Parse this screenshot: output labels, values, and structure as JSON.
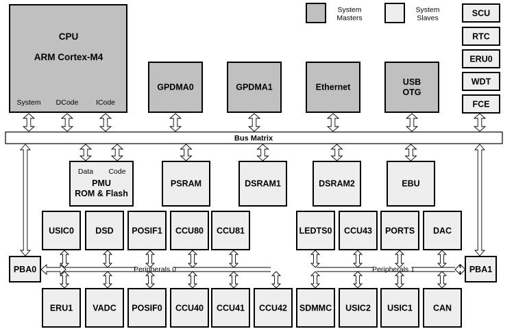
{
  "legend": {
    "masters_label": [
      "System",
      "Masters"
    ],
    "slaves_label": [
      "System",
      "Slaves"
    ]
  },
  "cpu": {
    "title": "CPU",
    "subtitle": "ARM Cortex-M4",
    "ports": [
      "System",
      "DCode",
      "ICode"
    ]
  },
  "masters": [
    "GPDMA0",
    "GPDMA1",
    "Ethernet",
    "USB\nOTG"
  ],
  "side_modules": [
    "SCU",
    "RTC",
    "ERU0",
    "WDT",
    "FCE"
  ],
  "bus_matrix": "Bus Matrix",
  "pmu": {
    "ports": [
      "Data",
      "Code"
    ],
    "title": [
      "PMU",
      "ROM & Flash"
    ]
  },
  "slaves": [
    "PSRAM",
    "DSRAM1",
    "DSRAM2",
    "EBU"
  ],
  "bridges": [
    "PBA0",
    "PBA1"
  ],
  "peripherals0": {
    "label": "Peripherals 0",
    "top": [
      "USIC0",
      "DSD",
      "POSIF1",
      "CCU80",
      "CCU81"
    ],
    "bottom": [
      "ERU1",
      "VADC",
      "POSIF0",
      "CCU40",
      "CCU41",
      "CCU42"
    ]
  },
  "peripherals1": {
    "label": "Peripherals 1",
    "top": [
      "LEDTS0",
      "CCU43",
      "PORTS",
      "DAC"
    ],
    "bottom": [
      "SDMMC",
      "USIC2",
      "USIC1",
      "CAN"
    ]
  }
}
